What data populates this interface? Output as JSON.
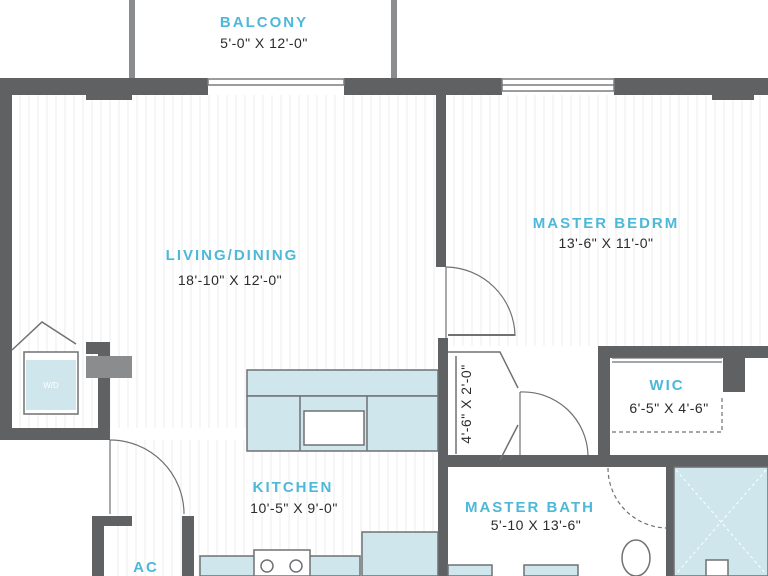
{
  "colors": {
    "wall": "#5f6163",
    "accent": "#4db8d8",
    "text_dark": "#2b2b2b",
    "fixture": "#cfe7ec",
    "floor_line": "#ececec",
    "outline": "#6f7174"
  },
  "rooms": {
    "balcony": {
      "name": "BALCONY",
      "dims": "5'-0\" X 12'-0\""
    },
    "living": {
      "name": "LIVING/DINING",
      "dims": "18'-10\" X 12'-0\""
    },
    "master_bedroom": {
      "name": "MASTER BEDRM",
      "dims": "13'-6\" X 11'-0\""
    },
    "wic": {
      "name": "WIC",
      "dims": "6'-5\" X 4'-6\""
    },
    "kitchen": {
      "name": "KITCHEN",
      "dims": "10'-5\" X 9'-0\""
    },
    "master_bath": {
      "name": "MASTER BATH",
      "dims": "5'-10 X 13'-6\""
    },
    "ac": {
      "name": "AC"
    },
    "closet": {
      "dims": "4'-6\" X 2'-0\""
    },
    "washer_dryer": {
      "label": "W/D"
    }
  }
}
